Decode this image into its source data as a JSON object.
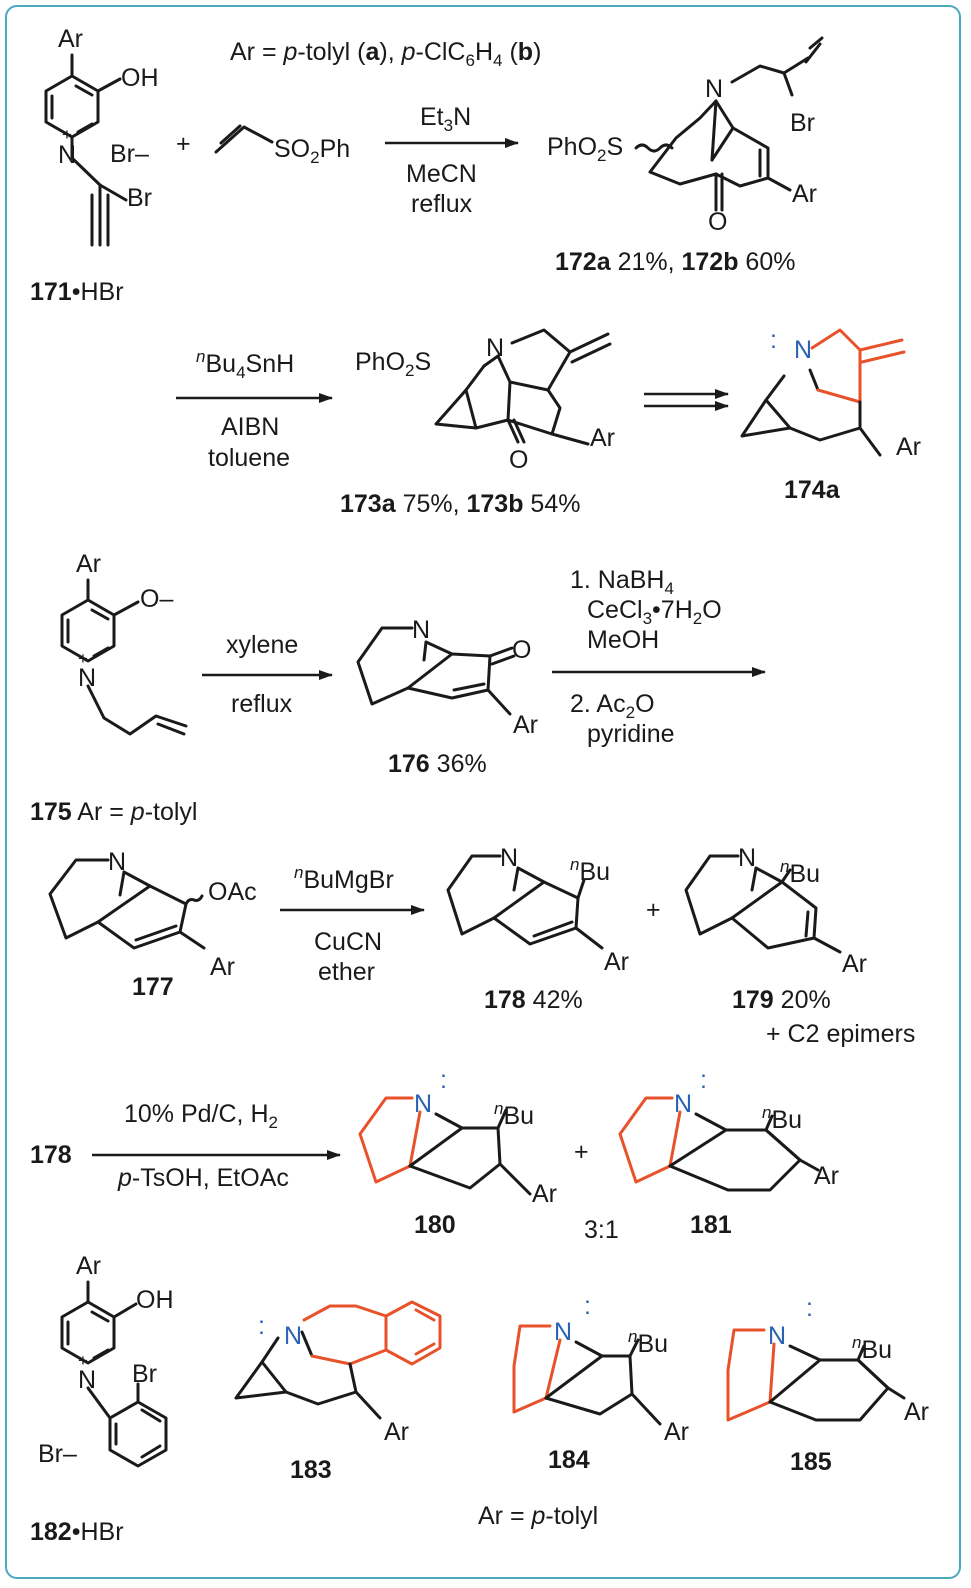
{
  "colors": {
    "border": "#4aa8c0",
    "highlight": "#e8522a",
    "nitrogen": "#2a62b4",
    "ink": "#1a1a1a"
  },
  "row1": {
    "ar_definition": {
      "prefix": "Ar = ",
      "tolyl": "p",
      "tolyl_rest": "-tolyl (",
      "a": "a",
      "mid": "), ",
      "p2": "p",
      "clc6h4": "-ClC",
      "six": "6",
      "h": "H",
      "four": "4",
      "open2": " (",
      "b": "b",
      "close": ")"
    },
    "reagent_vinyl": {
      "so2": "SO",
      "two": "2",
      "ph": "Ph"
    },
    "plus": "+",
    "cond_top": {
      "et": "Et",
      "three": "3",
      "n": "N"
    },
    "cond_bottom_1": "MeCN",
    "cond_bottom_2": "reflux",
    "sm_label": {
      "num": "171",
      "suffix": "•HBr"
    },
    "sm_atoms": {
      "ar": "Ar",
      "oh": "OH",
      "n": "N",
      "plus": "+",
      "br_minus": "Br–",
      "br": "Br"
    },
    "prod_atoms": {
      "pho2s": "PhO",
      "two": "2",
      "s": "S",
      "n": "N",
      "br": "Br",
      "o": "O",
      "ar": "Ar"
    },
    "prod_label": {
      "a": "172a",
      "a_yield": " 21%, ",
      "b": "172b",
      "b_yield": " 60%"
    }
  },
  "row2": {
    "cond_top": {
      "n_sup": "n",
      "bu": "Bu",
      "four": "4",
      "snh": "SnH"
    },
    "cond_bottom_1": "AIBN",
    "cond_bottom_2": "toluene",
    "prod_atoms": {
      "pho2s": "PhO",
      "two": "2",
      "s": "S",
      "n": "N",
      "o": "O",
      "ar": "Ar"
    },
    "prod_label": {
      "a": "173a",
      "a_yield": " 75%, ",
      "b": "173b",
      "b_yield": " 54%"
    },
    "final_atoms": {
      "n": "N",
      "ar": "Ar"
    },
    "final_label": "174a"
  },
  "row3": {
    "sm_atoms": {
      "ar": "Ar",
      "o_minus": "O–",
      "n": "N",
      "plus": "+"
    },
    "sm_label": {
      "num": "175",
      "rest": " Ar = ",
      "p": "p",
      "tolyl": "-tolyl"
    },
    "cond_top": "xylene",
    "cond_bottom": "reflux",
    "prod_atoms": {
      "n": "N",
      "o": "O",
      "ar": "Ar"
    },
    "prod_label": {
      "num": "176",
      "yield": " 36%"
    },
    "cond2_1": {
      "text": "1. NaBH",
      "four": "4"
    },
    "cond2_2": {
      "a": "CeCl",
      "three": "3",
      "b": "•7H",
      "two": "2",
      "c": "O"
    },
    "cond2_3": "MeOH",
    "cond2_4": {
      "a": "2. Ac",
      "two": "2",
      "b": "O"
    },
    "cond2_5": "pyridine"
  },
  "row4": {
    "sm_atoms": {
      "n": "N",
      "oac": "OAc",
      "ar": "Ar"
    },
    "sm_label": "177",
    "cond_top": {
      "n_sup": "n",
      "rest": "BuMgBr"
    },
    "cond_bottom_1": "CuCN",
    "cond_bottom_2": "ether",
    "p1_atoms": {
      "n": "N",
      "n_sup": "n",
      "bu": "Bu",
      "ar": "Ar"
    },
    "p1_label": {
      "num": "178",
      "yield": " 42%"
    },
    "plus": "+",
    "p2_atoms": {
      "n": "N",
      "n_sup": "n",
      "bu": "Bu",
      "ar": "Ar"
    },
    "p2_label": {
      "num": "179",
      "yield": " 20%"
    },
    "epimers": "+ C2 epimers"
  },
  "row5": {
    "sm_label": "178",
    "cond_top": {
      "a": "10% Pd/C, H",
      "two": "2"
    },
    "cond_bottom": {
      "p": "p",
      "rest": "-TsOH, EtOAc"
    },
    "p1_atoms": {
      "n": "N",
      "n_sup": "n",
      "bu": "Bu",
      "ar": "Ar"
    },
    "p1_label": "180",
    "plus": "+",
    "ratio": "3:1",
    "p2_atoms": {
      "n": "N",
      "n_sup": "n",
      "bu": "Bu",
      "ar": "Ar"
    },
    "p2_label": "181"
  },
  "row6": {
    "sm_atoms": {
      "ar": "Ar",
      "oh": "OH",
      "n": "N",
      "plus": "+",
      "br": "Br",
      "br_minus": "Br–"
    },
    "sm_label": {
      "num": "182",
      "suffix": "•HBr"
    },
    "c183_atoms": {
      "n": "N",
      "ar": "Ar"
    },
    "c183_label": "183",
    "c184_atoms": {
      "n": "N",
      "n_sup": "n",
      "bu": "Bu",
      "ar": "Ar"
    },
    "c184_label": "184",
    "c185_atoms": {
      "n": "N",
      "n_sup": "n",
      "bu": "Bu",
      "ar": "Ar"
    },
    "c185_label": "185",
    "footer": {
      "a": "Ar = ",
      "p": "p",
      "b": "-tolyl"
    }
  }
}
